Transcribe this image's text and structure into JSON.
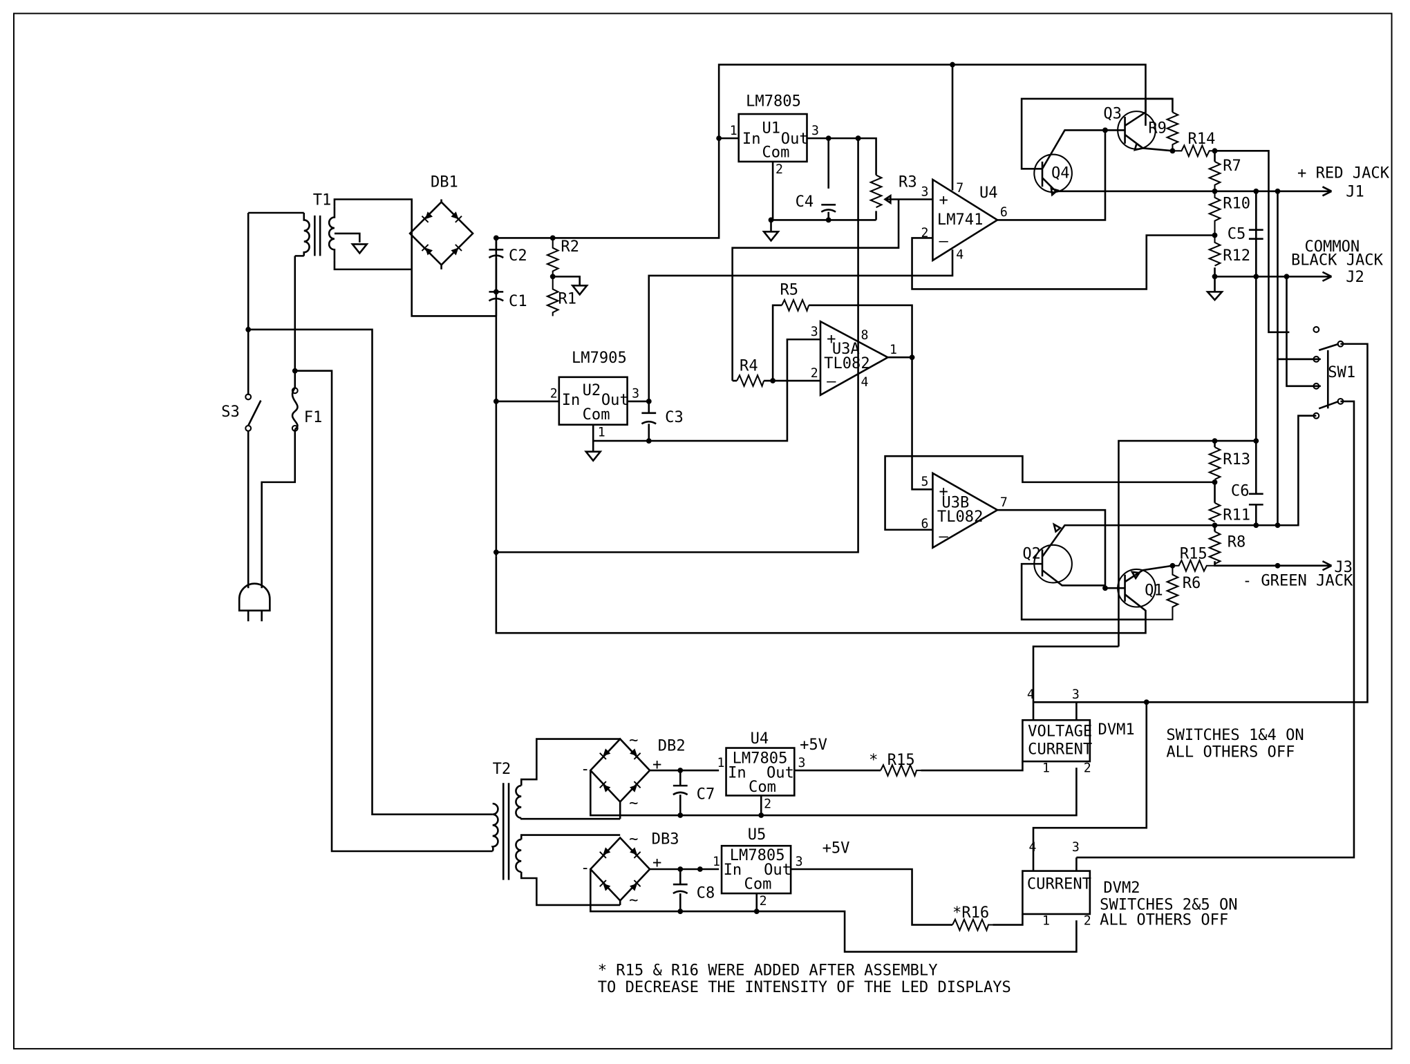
{
  "components": {
    "t1": "T1",
    "t2": "T2",
    "db1": "DB1",
    "db2": "DB2",
    "db3": "DB3",
    "s3": "S3",
    "f1": "F1",
    "c1": "C1",
    "c2": "C2",
    "c3": "C3",
    "c4": "C4",
    "c5": "C5",
    "c6": "C6",
    "c7": "C7",
    "c8": "C8",
    "r1": "R1",
    "r2": "R2",
    "r3": "R3",
    "r4": "R4",
    "r5": "R5",
    "r6": "R6",
    "r7": "R7",
    "r8": "R8",
    "r9": "R9",
    "r10": "R10",
    "r11": "R11",
    "r12": "R12",
    "r13": "R13",
    "r14": "R14",
    "r15": "R15",
    "r15_star": "* R15",
    "r16_star": "*R16",
    "q1": "Q1",
    "q2": "Q2",
    "q3": "Q3",
    "q4": "Q4",
    "sw1": "SW1",
    "j1": "J1",
    "j2": "J2",
    "j3": "J3",
    "dvm1": "DVM1",
    "dvm2": "DVM2"
  },
  "regulators": {
    "u1": {
      "part": "LM7805",
      "ref": "U1",
      "in": "In",
      "out": "Out",
      "com": "Com"
    },
    "u2": {
      "part": "LM7905",
      "ref": "U2",
      "in": "In",
      "out": "Out",
      "com": "Com"
    },
    "u4": {
      "part": "LM7805",
      "ref": "U4",
      "in": "In",
      "out": "Out",
      "com": "Com",
      "rail": "+5V"
    },
    "u5": {
      "part": "LM7805",
      "ref": "U5",
      "in": "In",
      "out": "Out",
      "com": "Com",
      "rail": "+5V"
    }
  },
  "opamps": {
    "u4": {
      "ref": "U4",
      "part": "LM741"
    },
    "u3a": {
      "ref": "U3A",
      "part": "TL082"
    },
    "u3b": {
      "ref": "U3B",
      "part": "TL082"
    }
  },
  "jacks": {
    "red": "+ RED JACK",
    "common_line1": "COMMON",
    "common_line2": "BLACK JACK",
    "green": "- GREEN JACK"
  },
  "meters": {
    "dvm1_line1": "VOLTAGE",
    "dvm1_line2": "CURRENT",
    "dvm2": "CURRENT"
  },
  "switch_notes": {
    "dvm1_line1": "SWITCHES 1&4 ON",
    "dvm1_line2": "ALL OTHERS OFF",
    "dvm2_line1": "SWITCHES 2&5 ON",
    "dvm2_line2": "ALL OTHERS OFF"
  },
  "footnote": {
    "line1": "* R15 & R16 WERE ADDED AFTER ASSEMBLY",
    "line2": "TO DECREASE THE INTENSITY OF THE LED DISPLAYS"
  },
  "pins": {
    "p1": "1",
    "p2": "2",
    "p3": "3",
    "p4": "4",
    "p5": "5",
    "p6": "6",
    "p7": "7",
    "p8": "8",
    "plus": "+",
    "minus": "–",
    "tilde": "~",
    "dash": "-"
  }
}
